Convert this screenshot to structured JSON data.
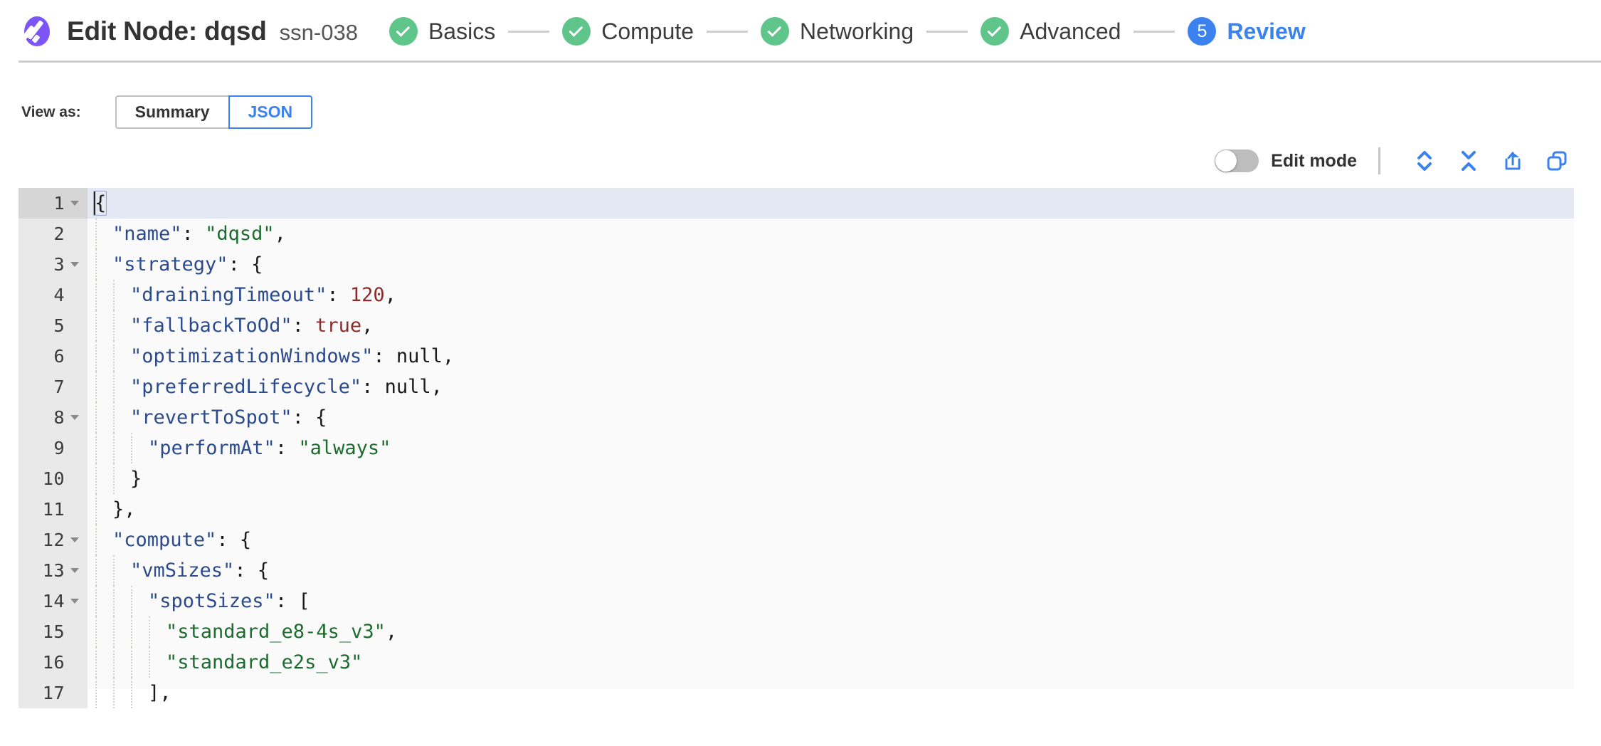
{
  "header": {
    "logo_name": "spot-logo-icon",
    "title": "Edit Node: dqsd",
    "subtitle": "ssn-038",
    "steps": [
      {
        "label": "Basics",
        "state": "done",
        "marker": "check-icon"
      },
      {
        "label": "Compute",
        "state": "done",
        "marker": "check-icon"
      },
      {
        "label": "Networking",
        "state": "done",
        "marker": "check-icon"
      },
      {
        "label": "Advanced",
        "state": "done",
        "marker": "check-icon"
      },
      {
        "label": "Review",
        "state": "current",
        "marker": "5"
      }
    ]
  },
  "view_as": {
    "label": "View as:",
    "options": [
      "Summary",
      "JSON"
    ],
    "selected": "JSON"
  },
  "editor_toolbar": {
    "edit_mode_label": "Edit mode",
    "edit_mode_on": false,
    "actions": [
      {
        "name": "expand-all-icon",
        "title": "Expand all"
      },
      {
        "name": "collapse-all-icon",
        "title": "Collapse all"
      },
      {
        "name": "share-icon",
        "title": "Share"
      },
      {
        "name": "copy-icon",
        "title": "Copy"
      }
    ]
  },
  "code": {
    "language": "json",
    "active_line": 1,
    "lines": [
      {
        "n": "1",
        "fold": true,
        "indent": 0,
        "tokens": [
          {
            "t": "punct",
            "v": "{"
          }
        ]
      },
      {
        "n": "2",
        "fold": false,
        "indent": 1,
        "tokens": [
          {
            "t": "key",
            "v": "\"name\""
          },
          {
            "t": "punct",
            "v": ": "
          },
          {
            "t": "str",
            "v": "\"dqsd\""
          },
          {
            "t": "punct",
            "v": ","
          }
        ]
      },
      {
        "n": "3",
        "fold": true,
        "indent": 1,
        "tokens": [
          {
            "t": "key",
            "v": "\"strategy\""
          },
          {
            "t": "punct",
            "v": ": {"
          }
        ]
      },
      {
        "n": "4",
        "fold": false,
        "indent": 2,
        "tokens": [
          {
            "t": "key",
            "v": "\"drainingTimeout\""
          },
          {
            "t": "punct",
            "v": ": "
          },
          {
            "t": "num",
            "v": "120"
          },
          {
            "t": "punct",
            "v": ","
          }
        ]
      },
      {
        "n": "5",
        "fold": false,
        "indent": 2,
        "tokens": [
          {
            "t": "key",
            "v": "\"fallbackToOd\""
          },
          {
            "t": "punct",
            "v": ": "
          },
          {
            "t": "bool",
            "v": "true"
          },
          {
            "t": "punct",
            "v": ","
          }
        ]
      },
      {
        "n": "6",
        "fold": false,
        "indent": 2,
        "tokens": [
          {
            "t": "key",
            "v": "\"optimizationWindows\""
          },
          {
            "t": "punct",
            "v": ": "
          },
          {
            "t": "null",
            "v": "null"
          },
          {
            "t": "punct",
            "v": ","
          }
        ]
      },
      {
        "n": "7",
        "fold": false,
        "indent": 2,
        "tokens": [
          {
            "t": "key",
            "v": "\"preferredLifecycle\""
          },
          {
            "t": "punct",
            "v": ": "
          },
          {
            "t": "null",
            "v": "null"
          },
          {
            "t": "punct",
            "v": ","
          }
        ]
      },
      {
        "n": "8",
        "fold": true,
        "indent": 2,
        "tokens": [
          {
            "t": "key",
            "v": "\"revertToSpot\""
          },
          {
            "t": "punct",
            "v": ": {"
          }
        ]
      },
      {
        "n": "9",
        "fold": false,
        "indent": 3,
        "tokens": [
          {
            "t": "key",
            "v": "\"performAt\""
          },
          {
            "t": "punct",
            "v": ": "
          },
          {
            "t": "str",
            "v": "\"always\""
          }
        ]
      },
      {
        "n": "10",
        "fold": false,
        "indent": 2,
        "tokens": [
          {
            "t": "punct",
            "v": "}"
          }
        ]
      },
      {
        "n": "11",
        "fold": false,
        "indent": 1,
        "tokens": [
          {
            "t": "punct",
            "v": "},"
          }
        ]
      },
      {
        "n": "12",
        "fold": true,
        "indent": 1,
        "tokens": [
          {
            "t": "key",
            "v": "\"compute\""
          },
          {
            "t": "punct",
            "v": ": {"
          }
        ]
      },
      {
        "n": "13",
        "fold": true,
        "indent": 2,
        "tokens": [
          {
            "t": "key",
            "v": "\"vmSizes\""
          },
          {
            "t": "punct",
            "v": ": {"
          }
        ]
      },
      {
        "n": "14",
        "fold": true,
        "indent": 3,
        "tokens": [
          {
            "t": "key",
            "v": "\"spotSizes\""
          },
          {
            "t": "punct",
            "v": ": ["
          }
        ]
      },
      {
        "n": "15",
        "fold": false,
        "indent": 4,
        "tokens": [
          {
            "t": "str",
            "v": "\"standard_e8-4s_v3\""
          },
          {
            "t": "punct",
            "v": ","
          }
        ]
      },
      {
        "n": "16",
        "fold": false,
        "indent": 4,
        "tokens": [
          {
            "t": "str",
            "v": "\"standard_e2s_v3\""
          }
        ]
      },
      {
        "n": "17",
        "fold": false,
        "indent": 3,
        "tokens": [
          {
            "t": "punct",
            "v": "],"
          }
        ]
      }
    ]
  },
  "colors": {
    "brand_purple": "#7b55f5",
    "accent_blue": "#3b82ee",
    "success_green": "#5fc58a",
    "key_blue": "#2b4b8c",
    "string_green": "#1d6b2e",
    "number_red": "#8c2b2b",
    "active_line_bg": "#e3e8f2",
    "gutter_bg": "#e9e9e9",
    "editor_bg": "#fafafa"
  }
}
